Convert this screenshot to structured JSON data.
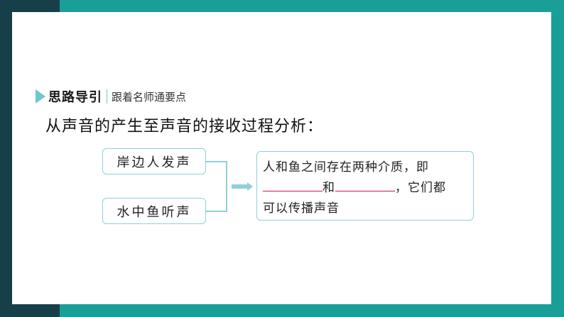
{
  "header": {
    "title": "思路导引",
    "subtitle": "跟着名师通要点"
  },
  "question": "从声音的产生至声音的接收过程分析：",
  "boxes": {
    "top": "岸边人发声",
    "bottom": "水中鱼听声"
  },
  "result": {
    "line1": "人和鱼之间存在两种介质，即",
    "and_text": "和",
    "after_blank": "，它们都",
    "line3": "可以传播声音"
  },
  "colors": {
    "accent": "#1a9e98",
    "dark": "#173f4a",
    "box_border": "#8fd0d8",
    "blank_line": "#c2185b"
  },
  "icons": [
    "play-arrow-icon",
    "right-arrow-icon"
  ]
}
